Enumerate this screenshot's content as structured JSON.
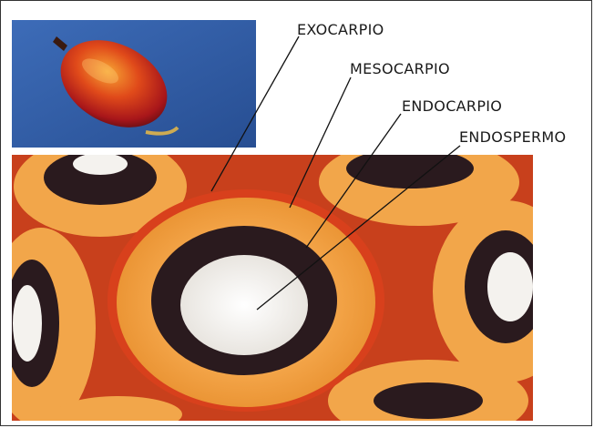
{
  "labels": {
    "exocarp": "EXOCARPIO",
    "mesocarp": "MESOCARPIO",
    "endocarp": "ENDOCARPIO",
    "endosperm": "ENDOSPERMO"
  },
  "colors": {
    "fruit_photo_bg": "#2f5fa8",
    "fruit_red": "#c8261a",
    "fruit_orange": "#f08a1e",
    "mesocarp_orange": "#f2a444",
    "exocarp_red": "#d8401c",
    "endocarp_dark": "#2a1a1e",
    "endosperm_white": "#f4f2ee",
    "line": "#111111"
  }
}
